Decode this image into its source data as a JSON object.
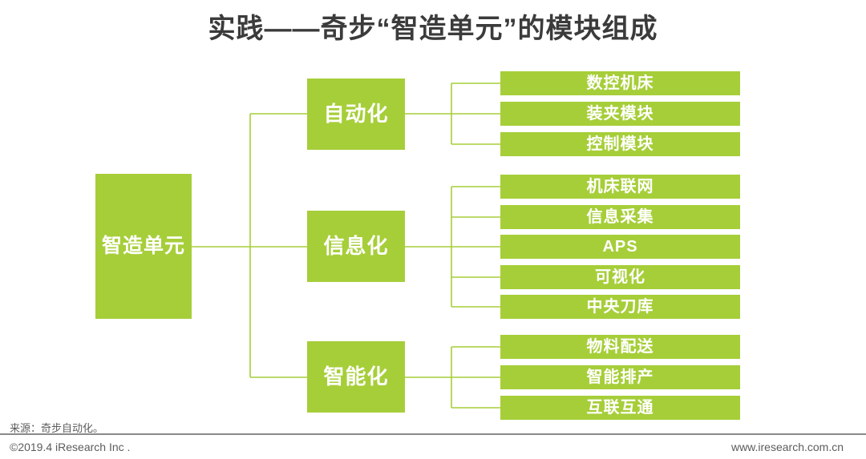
{
  "title": "实践——奇步“智造单元”的模块组成",
  "colors": {
    "accent_green": "#A6CE39",
    "connector_line": "#A6CE39",
    "title_text": "#3B3B3B",
    "box_text": "#FFFFFF",
    "footer_text": "#5C5C5C",
    "footer_rule": "#8A8A8A"
  },
  "tree": {
    "root": {
      "label": "智造单元"
    },
    "branches": [
      {
        "label": "自动化",
        "children": [
          "数控机床",
          "装夹模块",
          "控制模块"
        ]
      },
      {
        "label": "信息化",
        "children": [
          "机床联网",
          "信息采集",
          "APS",
          "可视化",
          "中央刀库"
        ]
      },
      {
        "label": "智能化",
        "children": [
          "物料配送",
          "智能排产",
          "互联互通"
        ]
      }
    ]
  },
  "footer": {
    "source": "来源：奇步自动化。",
    "copyright": "©2019.4 iResearch Inc .",
    "website": "www.iresearch.com.cn"
  }
}
